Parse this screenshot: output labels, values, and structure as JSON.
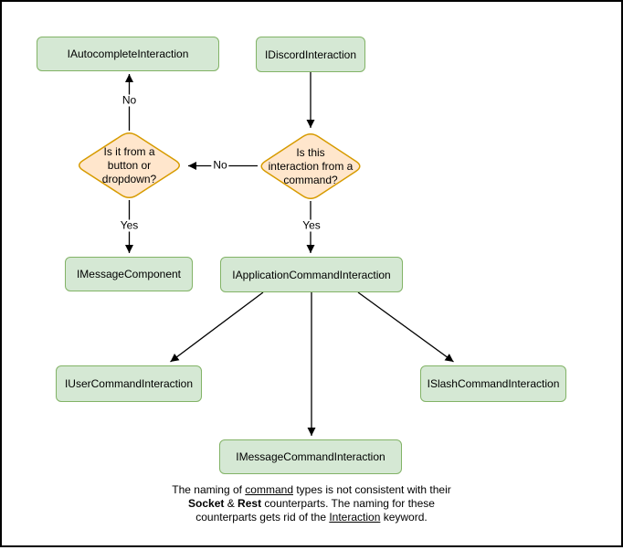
{
  "diagram": {
    "nodes": {
      "autocomplete": "IAutocompleteInteraction",
      "discord": "IDiscordInteraction",
      "message_component": "IMessageComponent",
      "application_command": "IApplicationCommandInteraction",
      "user_command": "IUserCommandInteraction",
      "slash_command": "ISlashCommandInteraction",
      "message_command": "IMessageCommandInteraction"
    },
    "decisions": {
      "button_dropdown": "Is it from a\nbutton or\ndropdown?",
      "from_command": "Is this\ninteraction from a\ncommand?"
    },
    "edge_labels": {
      "no_up": "No",
      "no_left": "No",
      "yes_left": "Yes",
      "yes_right": "Yes"
    },
    "caption": {
      "line1_pre": "The naming of ",
      "line1_u": "command",
      "line1_post": " types is not consistent with their",
      "line2_b1": "Socket",
      "line2_mid": " & ",
      "line2_b2": "Rest",
      "line2_post": " counterparts. The naming for these",
      "line3_pre": "counterparts gets rid of the ",
      "line3_u": "Interaction",
      "line3_post": " keyword."
    },
    "colors": {
      "node_fill": "#d5e8d4",
      "node_stroke": "#82b366",
      "decision_fill": "#ffe6cc",
      "decision_stroke": "#d79b00",
      "edge": "#000000",
      "text": "#000000"
    }
  }
}
